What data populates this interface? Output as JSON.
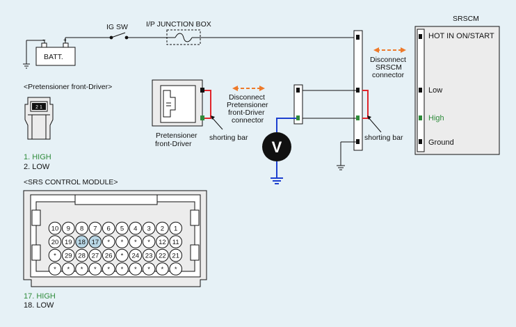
{
  "colors": {
    "background": "#e6f1f6",
    "box_fill": "#ececec",
    "wire": "#111111",
    "high_wire_red": "#e0252b",
    "meter_wire_blue": "#1c3fcf",
    "arrow_orange": "#ee7a2a",
    "high_text_green": "#2e8b3a",
    "pin_highlight": "#b9d7e6"
  },
  "labels": {
    "ig_sw": "IG SW",
    "junction_box": "I/P JUNCTION BOX",
    "battery": "BATT.",
    "srscm_title": "SRSCM",
    "srscm_hot": "HOT IN ON/START",
    "srscm_low": "Low",
    "srscm_high": "High",
    "srscm_ground": "Ground",
    "disconnect_srscm_1": "Disconnect",
    "disconnect_srscm_2": "SRSCM",
    "disconnect_srscm_3": "connector",
    "disconnect_pret_1": "Disconnect",
    "disconnect_pret_2": "Pretensioner",
    "disconnect_pret_3": "front-Driver",
    "disconnect_pret_4": "connector",
    "shorting_bar_left": "shorting bar",
    "shorting_bar_right": "shorting bar",
    "pretensioner_1": "Pretensioner",
    "pretensioner_2": "front-Driver",
    "pretensioner_header": "<Pretensioner front-Driver>",
    "pret_pin1": "1. HIGH",
    "pret_pin2": "2. LOW",
    "pret_connector_pins": "2 1",
    "srs_module_header": "<SRS CONTROL MODULE>",
    "srs_pin17": "17. HIGH",
    "srs_pin18": "18. LOW",
    "meter_symbol": "V"
  },
  "srs_connector": {
    "rows": [
      [
        "10",
        "9",
        "8",
        "7",
        "6",
        "5",
        "4",
        "3",
        "2",
        "1"
      ],
      [
        "20",
        "19",
        "18",
        "17",
        "*",
        "*",
        "*",
        "*",
        "12",
        "11"
      ],
      [
        "*",
        "29",
        "28",
        "27",
        "26",
        "*",
        "24",
        "23",
        "22",
        "21"
      ],
      [
        "*",
        "*",
        "*",
        "*",
        "*",
        "*",
        "*",
        "*",
        "*",
        "*"
      ]
    ],
    "highlighted": [
      "18",
      "17"
    ]
  }
}
